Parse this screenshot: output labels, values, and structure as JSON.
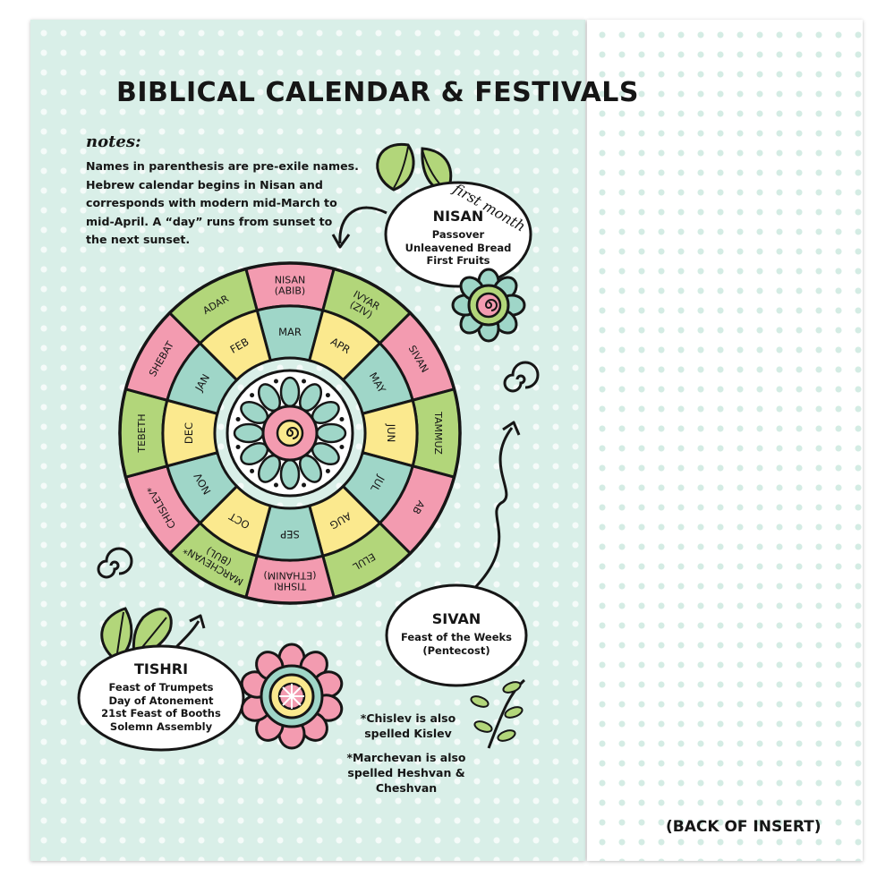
{
  "title": "BIBLICAL CALENDAR & FESTIVALS",
  "notes_label": "notes:",
  "notes_lines": [
    "Names in parenthesis are pre-exile names.",
    "Hebrew calendar begins in Nisan and",
    "corresponds with modern mid-March to",
    "mid-April. A “day” runs from sunset to",
    "the next sunset."
  ],
  "first_month_label": "first month",
  "outer_ring": [
    {
      "name": "NISAN",
      "sub": "(ABIB)",
      "color": "#f39bb0"
    },
    {
      "name": "IVYAR",
      "sub": "(ZIV)",
      "color": "#b2d67a"
    },
    {
      "name": "SIVAN",
      "sub": "",
      "color": "#f39bb0"
    },
    {
      "name": "TAMMUZ",
      "sub": "",
      "color": "#b2d67a"
    },
    {
      "name": "AB",
      "sub": "",
      "color": "#f39bb0"
    },
    {
      "name": "ELUL",
      "sub": "",
      "color": "#b2d67a"
    },
    {
      "name": "TISHRI",
      "sub": "(ETHANIM)",
      "color": "#f39bb0"
    },
    {
      "name": "MARCHEVAN*",
      "sub": "(BUL)",
      "color": "#b2d67a"
    },
    {
      "name": "CHISLEV*",
      "sub": "",
      "color": "#f39bb0"
    },
    {
      "name": "TEBETH",
      "sub": "",
      "color": "#b2d67a"
    },
    {
      "name": "SHEBAT",
      "sub": "",
      "color": "#f39bb0"
    },
    {
      "name": "ADAR",
      "sub": "",
      "color": "#b2d67a"
    }
  ],
  "inner_ring": [
    {
      "name": "MAR",
      "color": "#9fd6c8"
    },
    {
      "name": "APR",
      "color": "#fbe98e"
    },
    {
      "name": "MAY",
      "color": "#9fd6c8"
    },
    {
      "name": "JUN",
      "color": "#fbe98e"
    },
    {
      "name": "JUL",
      "color": "#9fd6c8"
    },
    {
      "name": "AUG",
      "color": "#fbe98e"
    },
    {
      "name": "SEP",
      "color": "#9fd6c8"
    },
    {
      "name": "OCT",
      "color": "#fbe98e"
    },
    {
      "name": "NOV",
      "color": "#9fd6c8"
    },
    {
      "name": "DEC",
      "color": "#fbe98e"
    },
    {
      "name": "JAN",
      "color": "#9fd6c8"
    },
    {
      "name": "FEB",
      "color": "#fbe98e"
    }
  ],
  "bubbles": {
    "nisan": {
      "title": "NISAN",
      "lines": [
        "Passover",
        "Unleavened Bread",
        "First Fruits"
      ]
    },
    "sivan": {
      "title": "SIVAN",
      "lines": [
        "Feast of the Weeks",
        "(Pentecost)"
      ]
    },
    "tishri": {
      "title": "TISHRI",
      "lines": [
        "Feast of Trumpets",
        "Day of Atonement",
        "21st Feast of Booths",
        "Solemn Assembly"
      ]
    }
  },
  "footnotes": {
    "chislev": [
      "*Chislev is also",
      "spelled Kislev"
    ],
    "marchevan": [
      "*Marchevan is also",
      "spelled Heshvan &",
      "Cheshvan"
    ]
  },
  "back_label": "(BACK OF INSERT)",
  "colors": {
    "pink": "#f39bb0",
    "green": "#b2d67a",
    "teal": "#9fd6c8",
    "yellow": "#fbe98e",
    "mint_bg": "#d9efe8",
    "ink": "#161616"
  },
  "icons": [
    "leaf-pair-icon",
    "flower-icon",
    "spiral-icon",
    "arrow-icon",
    "vine-icon"
  ]
}
